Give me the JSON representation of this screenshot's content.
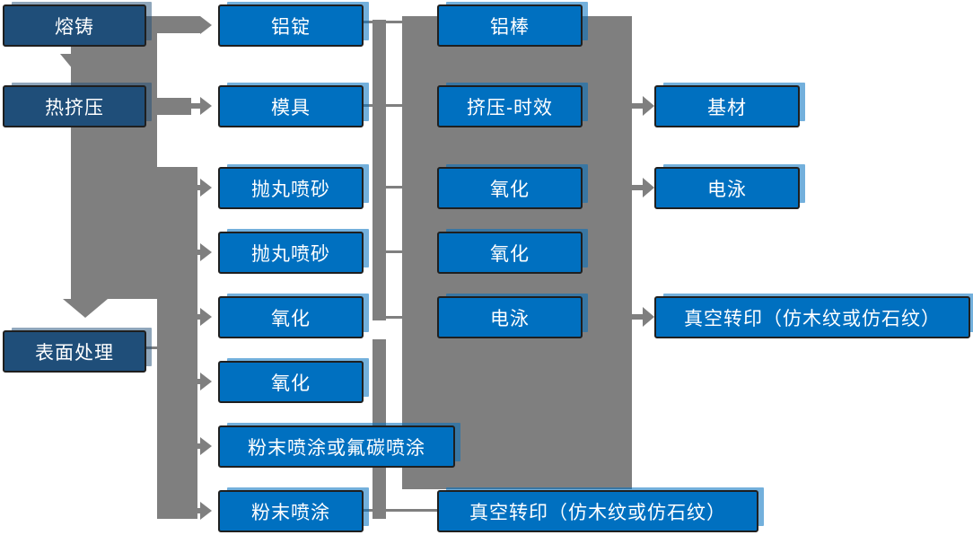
{
  "colors": {
    "step_blue": "#0070C0",
    "stage_navy": "#1F4E79",
    "connector_gray": "#7F7F7F",
    "box_border": "#1F1F1F",
    "text": "#FFFFFF"
  },
  "nodes": [
    {
      "id": "melting-casting",
      "label": "熔铸",
      "type": "stage"
    },
    {
      "id": "hot-extrusion",
      "label": "热挤压",
      "type": "stage"
    },
    {
      "id": "surface-treatment",
      "label": "表面处理",
      "type": "stage"
    },
    {
      "id": "aluminum-ingot",
      "label": "铝锭",
      "type": "step"
    },
    {
      "id": "mold",
      "label": "模具",
      "type": "step"
    },
    {
      "id": "shot-blasting-1",
      "label": "抛丸喷砂",
      "type": "step"
    },
    {
      "id": "shot-blasting-2",
      "label": "抛丸喷砂",
      "type": "step"
    },
    {
      "id": "oxidation-1",
      "label": "氧化",
      "type": "step"
    },
    {
      "id": "oxidation-2",
      "label": "氧化",
      "type": "step"
    },
    {
      "id": "powder-or-fluorocarbon-coating",
      "label": "粉末喷涂或氟碳喷涂",
      "type": "step"
    },
    {
      "id": "powder-coating",
      "label": "粉末喷涂",
      "type": "step"
    },
    {
      "id": "aluminum-rod",
      "label": "铝棒",
      "type": "step"
    },
    {
      "id": "extrusion-aging",
      "label": "挤压-时效",
      "type": "step"
    },
    {
      "id": "oxidation-3",
      "label": "氧化",
      "type": "step"
    },
    {
      "id": "oxidation-4",
      "label": "氧化",
      "type": "step"
    },
    {
      "id": "electrophoresis-1",
      "label": "电泳",
      "type": "step"
    },
    {
      "id": "vacuum-transfer-1",
      "label": "真空转印（仿木纹或仿石纹）",
      "type": "step"
    },
    {
      "id": "substrate",
      "label": "基材",
      "type": "step"
    },
    {
      "id": "electrophoresis-2",
      "label": "电泳",
      "type": "step"
    },
    {
      "id": "vacuum-transfer-2",
      "label": "真空转印（仿木纹或仿石纹）",
      "type": "step"
    }
  ]
}
